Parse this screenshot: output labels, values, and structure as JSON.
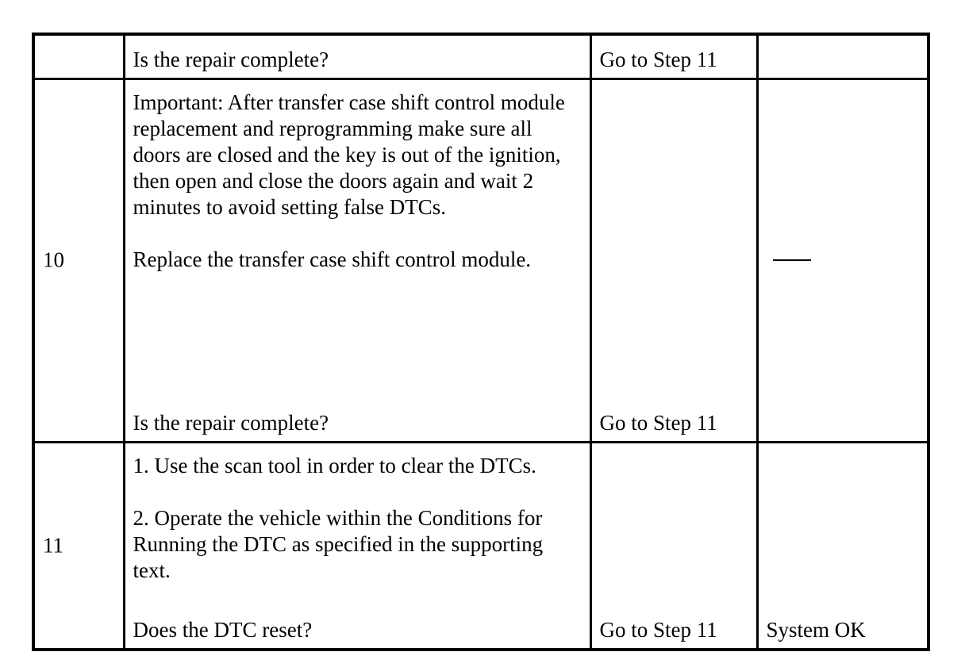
{
  "rows": [
    {
      "step": "",
      "action": {
        "paragraphs": [],
        "question": "Is the repair complete?"
      },
      "yes": "Go to Step 11",
      "no": ""
    },
    {
      "step": "10",
      "action": {
        "paragraphs": [
          "Important: After transfer case shift control module replacement and reprogramming make sure all doors are closed and the key is out of the ignition, then open and close the doors again and wait 2 minutes to avoid setting false DTCs.",
          "Replace the transfer case shift control module."
        ],
        "question": "Is the repair complete?"
      },
      "yes": "Go to Step 11",
      "no": "—"
    },
    {
      "step": "11",
      "action": {
        "paragraphs": [
          "1. Use the scan tool in order to clear the DTCs.",
          "2. Operate the vehicle within the Conditions for Running the DTC as specified in the supporting text."
        ],
        "question": "Does the DTC reset?"
      },
      "yes": "Go to Step 11",
      "no": "System OK"
    }
  ]
}
